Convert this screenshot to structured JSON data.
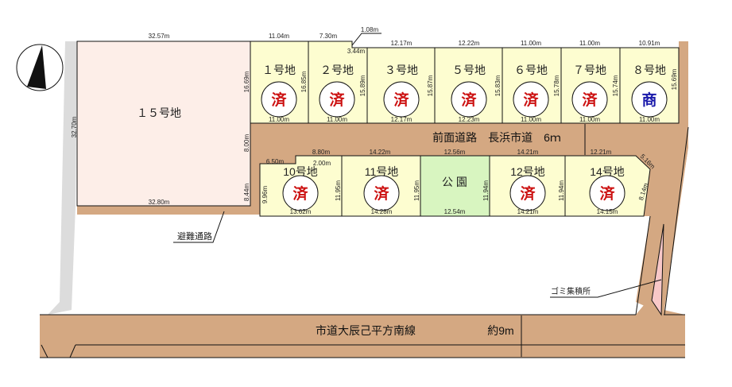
{
  "colors": {
    "lot": "#fdfdd0",
    "lot15": "#fdeee8",
    "park": "#d8f5c0",
    "road": "#d4a882",
    "sold": "#cc1111",
    "business": "#1a1aaa",
    "garbage": "#f8c8c8"
  },
  "lots": {
    "l1": {
      "name": "１号地",
      "mark": "済"
    },
    "l2": {
      "name": "２号地",
      "mark": "済"
    },
    "l3": {
      "name": "３号地",
      "mark": "済"
    },
    "l5": {
      "name": "５号地",
      "mark": "済"
    },
    "l6": {
      "name": "６号地",
      "mark": "済"
    },
    "l7": {
      "name": "７号地",
      "mark": "済"
    },
    "l8": {
      "name": "８号地",
      "mark": "商"
    },
    "l10": {
      "name": "10号地",
      "mark": "済"
    },
    "l11": {
      "name": "11号地",
      "mark": "済"
    },
    "l12": {
      "name": "12号地",
      "mark": "済"
    },
    "l14": {
      "name": "14号地",
      "mark": "済"
    },
    "l15": {
      "name": "１５号地"
    },
    "park": {
      "name": "公 園"
    }
  },
  "dims": {
    "top": [
      "32.57m",
      "11.04m",
      "7.30m",
      "1.08m",
      "3.44m",
      "12.17m",
      "12.22m",
      "11.00m",
      "11.00m",
      "10.91m"
    ],
    "topbottom": [
      "11.00m",
      "11.00m",
      "12.17m",
      "12.23m",
      "11.00m",
      "11.00m",
      "11.00m"
    ],
    "vert": [
      "16.69m",
      "16.85m",
      "15.89m",
      "15.87m",
      "15.83m",
      "15.78m",
      "15.74m",
      "15.69m",
      "32.70m",
      "8.00m",
      "8.44m",
      "9.96m",
      "11.95m",
      "11.95m",
      "11.94m",
      "11.94m",
      "8.14m",
      "5.16m"
    ],
    "lowtop": [
      "6.50m",
      "2.00m",
      "8.80m",
      "14.22m",
      "12.56m",
      "14.21m",
      "12.21m",
      "32.80m"
    ],
    "lowbottom": [
      "13.62m",
      "14.28m",
      "12.54m",
      "14.21m",
      "14.15m"
    ]
  },
  "labels": {
    "front_road": "前面道路　長浜市道　6ｍ",
    "evac": "避難通路",
    "garbage": "ゴミ集積所",
    "main_road": "市道大辰己平方南線",
    "main_road_width": "約9m"
  }
}
